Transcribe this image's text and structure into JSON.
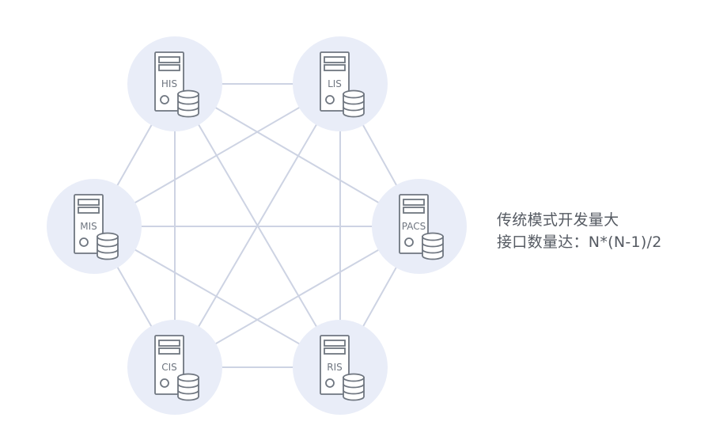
{
  "nodes": [
    {
      "id": "his",
      "label": "HIS",
      "icon": "server-database-icon"
    },
    {
      "id": "lis",
      "label": "LIS",
      "icon": "server-database-icon"
    },
    {
      "id": "mis",
      "label": "MIS",
      "icon": "server-database-icon"
    },
    {
      "id": "pacs",
      "label": "PACS",
      "icon": "server-database-icon"
    },
    {
      "id": "cis",
      "label": "CIS",
      "icon": "server-database-icon"
    },
    {
      "id": "ris",
      "label": "RIS",
      "icon": "server-database-icon"
    }
  ],
  "connections": "all-pairs",
  "caption": {
    "line1": "传统模式开发量大",
    "line2": "接口数量达：N*(N-1)/2"
  },
  "colors": {
    "node_fill": "#e9edf8",
    "line": "#cdd3e3",
    "icon": "#6f7680",
    "text": "#555a62"
  }
}
